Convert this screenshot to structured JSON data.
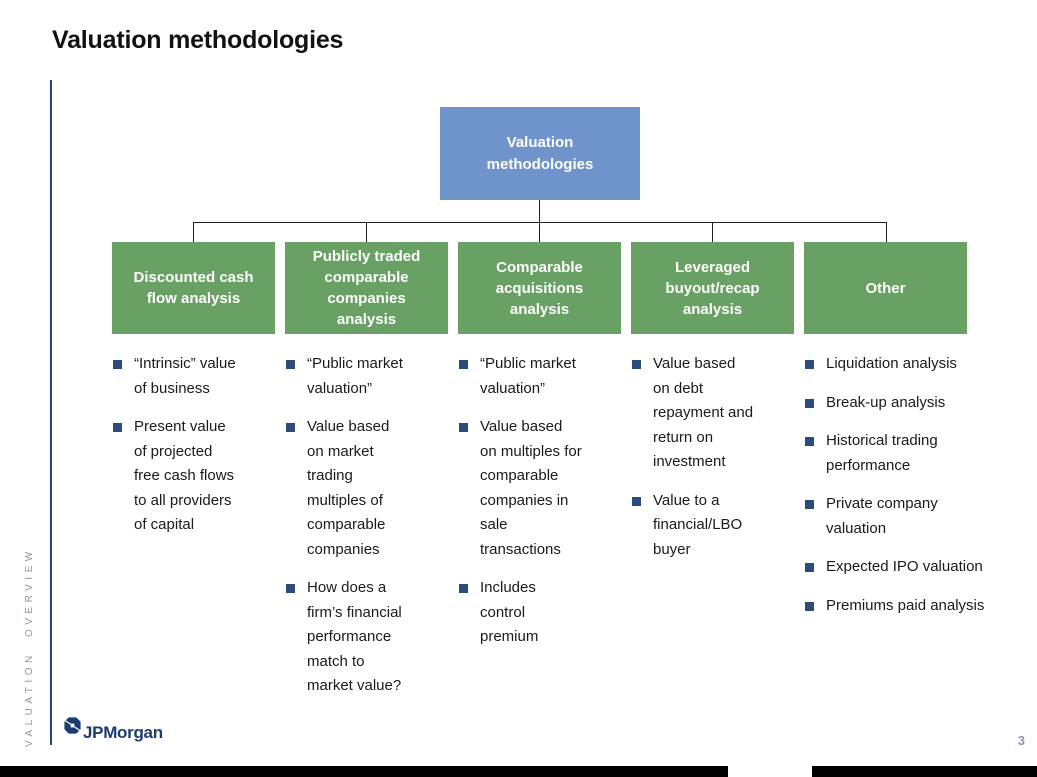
{
  "slide": {
    "title": "Valuation methodologies",
    "side_label": "VALUATION OVERVIEW",
    "page_number": "3",
    "logo_text": "JPMorgan"
  },
  "diagram": {
    "root": {
      "label": "Valuation methodologies"
    },
    "branches": [
      {
        "label": "Discounted cash flow analysis",
        "bullets": [
          "“Intrinsic” value of business",
          "Present value of projected free cash flows to all providers of capital"
        ]
      },
      {
        "label": "Publicly traded comparable companies analysis",
        "bullets": [
          "“Public market valuation”",
          "Value based on market trading multiples of comparable companies",
          "How does a firm’s financial performance match to market value?"
        ]
      },
      {
        "label": "Comparable acquisitions analysis",
        "bullets": [
          "“Public market valuation”",
          "Value based on multiples for comparable companies in sale transactions",
          "Includes control premium"
        ]
      },
      {
        "label": "Leveraged buyout/recap analysis",
        "bullets": [
          "Value based on debt repayment and return on investment",
          "Value to a financial/LBO buyer"
        ]
      },
      {
        "label": "Other",
        "bullets": [
          "Liquidation analysis",
          "Break-up analysis",
          "Historical trading performance",
          "Private company valuation",
          "Expected IPO valuation",
          "Premiums paid analysis"
        ]
      }
    ]
  },
  "colors": {
    "root_box": "#6f94cc",
    "branch_box": "#69a164",
    "bullet": "#2c4c7c",
    "accent_line": "#26476e",
    "side_text": "#8b95a0",
    "logo": "#1b3c6e",
    "page_number": "#8897a8"
  }
}
